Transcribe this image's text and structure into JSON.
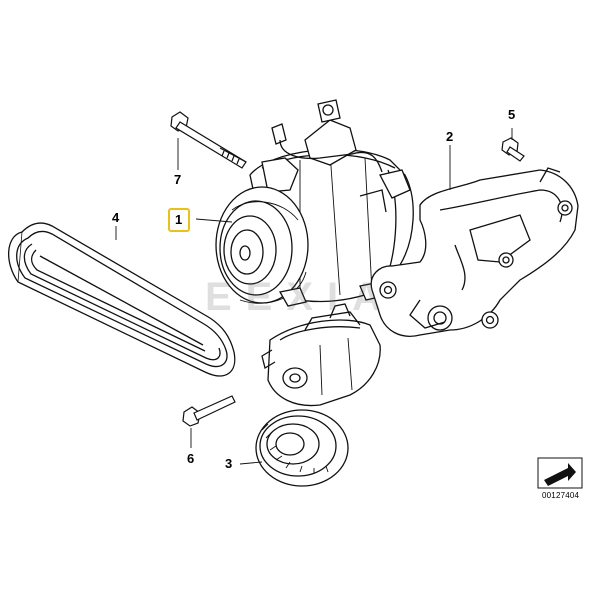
{
  "callouts": [
    {
      "id": "p1",
      "label": "1"
    },
    {
      "id": "p2",
      "label": "2"
    },
    {
      "id": "p3",
      "label": "3"
    },
    {
      "id": "p4",
      "label": "4"
    },
    {
      "id": "p5",
      "label": "5"
    },
    {
      "id": "p6",
      "label": "6"
    },
    {
      "id": "p7",
      "label": "7"
    }
  ],
  "highlighted_callout": "1",
  "highlight_color": "#e8c21c",
  "watermark": "EEXIA",
  "document_number": "00127404",
  "arrow_icon": "view-direction-arrow-icon"
}
